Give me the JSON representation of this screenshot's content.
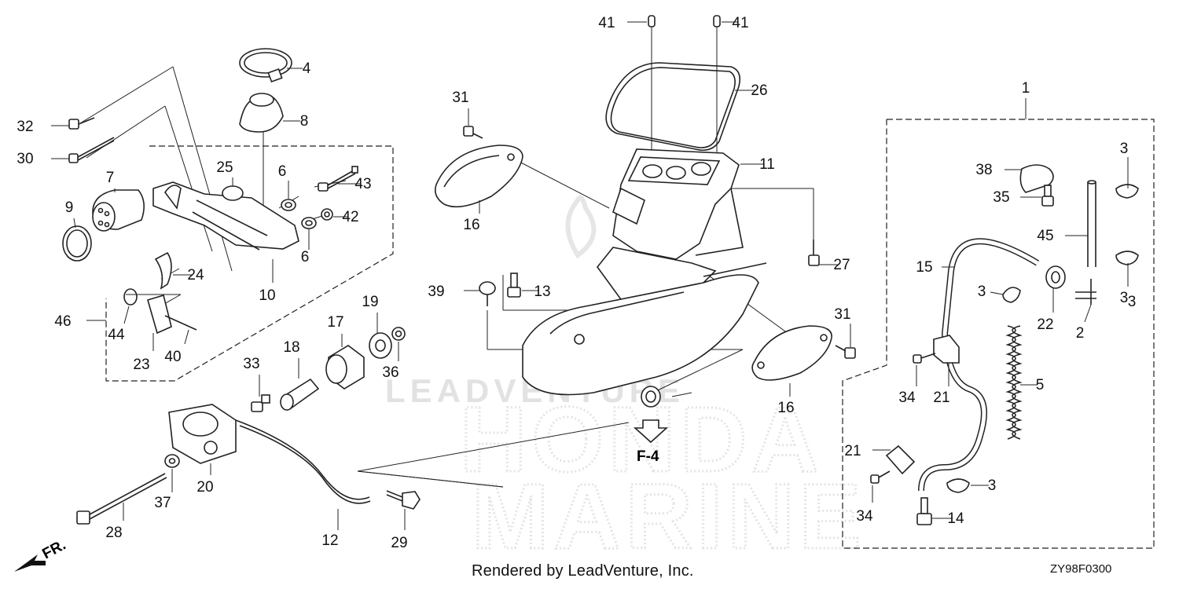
{
  "callouts": [
    {
      "id": "p1",
      "label": "1"
    },
    {
      "id": "p2",
      "label": "2"
    },
    {
      "id": "p3a",
      "label": "3"
    },
    {
      "id": "p3b",
      "label": "3"
    },
    {
      "id": "p3c",
      "label": "3"
    },
    {
      "id": "p3d",
      "label": "3"
    },
    {
      "id": "p3e",
      "label": "3"
    },
    {
      "id": "p4",
      "label": "4"
    },
    {
      "id": "p5",
      "label": "5"
    },
    {
      "id": "p6a",
      "label": "6"
    },
    {
      "id": "p6b",
      "label": "6"
    },
    {
      "id": "p7",
      "label": "7"
    },
    {
      "id": "p8",
      "label": "8"
    },
    {
      "id": "p9",
      "label": "9"
    },
    {
      "id": "p10",
      "label": "10"
    },
    {
      "id": "p11",
      "label": "11"
    },
    {
      "id": "p12",
      "label": "12"
    },
    {
      "id": "p13",
      "label": "13"
    },
    {
      "id": "p14",
      "label": "14"
    },
    {
      "id": "p15",
      "label": "15"
    },
    {
      "id": "p16a",
      "label": "16"
    },
    {
      "id": "p16b",
      "label": "16"
    },
    {
      "id": "p17",
      "label": "17"
    },
    {
      "id": "p18",
      "label": "18"
    },
    {
      "id": "p19",
      "label": "19"
    },
    {
      "id": "p20",
      "label": "20"
    },
    {
      "id": "p21a",
      "label": "21"
    },
    {
      "id": "p21b",
      "label": "21"
    },
    {
      "id": "p22",
      "label": "22"
    },
    {
      "id": "p23",
      "label": "23"
    },
    {
      "id": "p24",
      "label": "24"
    },
    {
      "id": "p25",
      "label": "25"
    },
    {
      "id": "p26",
      "label": "26"
    },
    {
      "id": "p27",
      "label": "27"
    },
    {
      "id": "p28",
      "label": "28"
    },
    {
      "id": "p29",
      "label": "29"
    },
    {
      "id": "p30",
      "label": "30"
    },
    {
      "id": "p31a",
      "label": "31"
    },
    {
      "id": "p31b",
      "label": "31"
    },
    {
      "id": "p32",
      "label": "32"
    },
    {
      "id": "p33",
      "label": "33"
    },
    {
      "id": "p34a",
      "label": "34"
    },
    {
      "id": "p34b",
      "label": "34"
    },
    {
      "id": "p35",
      "label": "35"
    },
    {
      "id": "p36",
      "label": "36"
    },
    {
      "id": "p37",
      "label": "37"
    },
    {
      "id": "p38",
      "label": "38"
    },
    {
      "id": "p39",
      "label": "39"
    },
    {
      "id": "p40",
      "label": "40"
    },
    {
      "id": "p41a",
      "label": "41"
    },
    {
      "id": "p41b",
      "label": "41"
    },
    {
      "id": "p42",
      "label": "42"
    },
    {
      "id": "p43",
      "label": "43"
    },
    {
      "id": "p44",
      "label": "44"
    },
    {
      "id": "p45",
      "label": "45"
    },
    {
      "id": "p46",
      "label": "46"
    }
  ],
  "reference_label": "F-4",
  "front_label": "FR.",
  "watermark_small": "LEADVENTURE",
  "watermark_big_line1": "HONDA",
  "watermark_big_line2": "MARINE",
  "footer_text": "Rendered by LeadVenture, Inc.",
  "diagram_code": "ZY98F0300"
}
